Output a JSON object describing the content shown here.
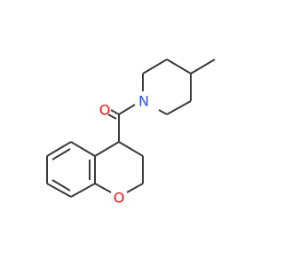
{
  "molecule": {
    "atoms": {
      "carbonyl_oxygen": {
        "symbol": "O",
        "color": "#ff0d0d"
      },
      "ring_nitrogen": {
        "symbol": "N",
        "color": "#3050f8"
      },
      "ether_oxygen": {
        "symbol": "O",
        "color": "#ff0d0d"
      }
    },
    "bond_color": "#3a3a3a"
  }
}
